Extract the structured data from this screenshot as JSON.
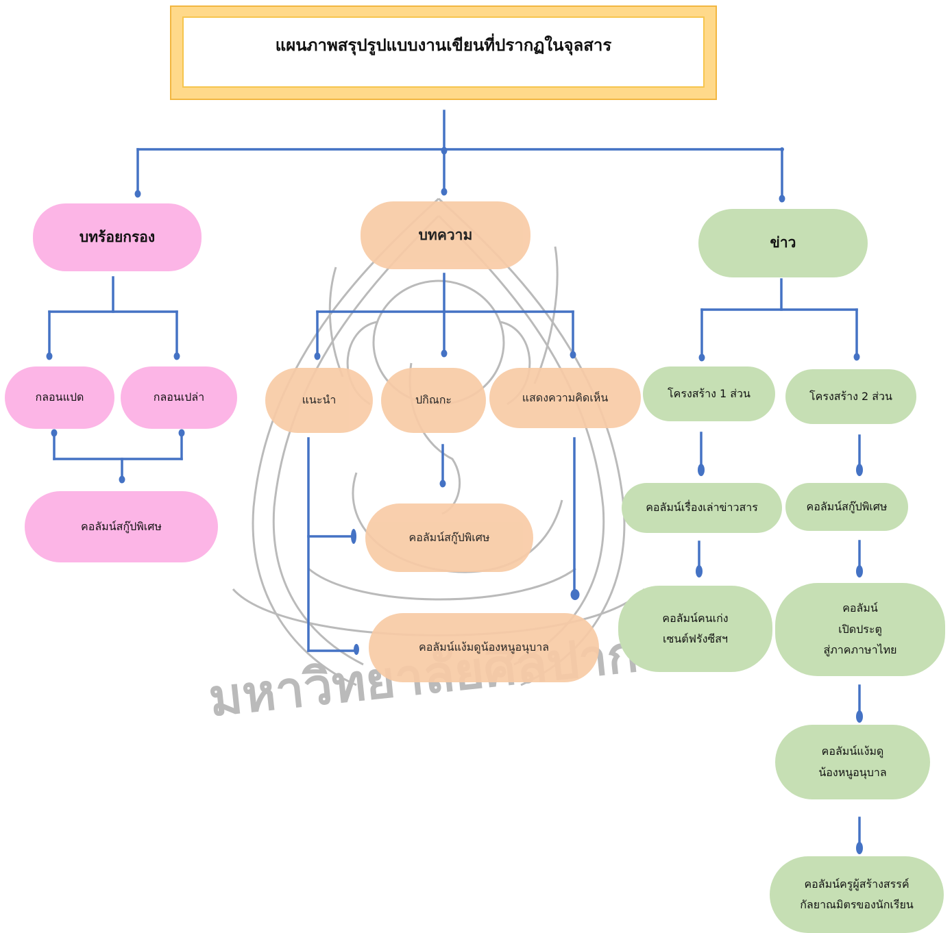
{
  "title": "แผนภาพสรุปรูปแบบงานเขียนที่ปรากฏในจุลสาร",
  "watermark": {
    "text": "มหาวิทยาลัยศิลปากร",
    "emblem": "ganesha-emblem"
  },
  "colors": {
    "line": "#4472c4",
    "poetry": "#fcb5e6",
    "article": "#f8cba6",
    "news": "#c6dfb4",
    "title_fill": "#ffd98a",
    "title_border": "#f2b640"
  },
  "poetry": {
    "label": "บทร้อยกรอง",
    "children": [
      "กลอนแปด",
      "กลอนเปล่า"
    ],
    "result": "คอลัมน์สกู๊ปพิเศษ"
  },
  "article": {
    "label": "บทความ",
    "children": [
      "แนะนำ",
      "ปกิณกะ",
      "แสดงความคิดเห็น"
    ],
    "results": [
      "คอลัมน์สกู๊ปพิเศษ",
      "คอลัมน์แง้มดูน้องหนูอนุบาล"
    ]
  },
  "news": {
    "label": "ข่าว",
    "structure_1": {
      "label": "โครงสร้าง 1 ส่วน",
      "columns": [
        "คอลัมน์เรื่องเล่าข่าวสาร",
        "คอลัมน์คนเก่ง\nเซนต์ฟรังซีสฯ"
      ]
    },
    "structure_2": {
      "label": "โครงสร้าง 2 ส่วน",
      "columns": [
        "คอลัมน์สกู๊ปพิเศษ",
        "คอลัมน์\nเปิดประตู\nสู่ภาคภาษาไทย",
        "คอลัมน์แง้มดู\nน้องหนูอนุบาล",
        "คอลัมน์ครูผู้สร้างสรรค์\nกัลยาณมิตรของนักเรียน"
      ]
    }
  }
}
